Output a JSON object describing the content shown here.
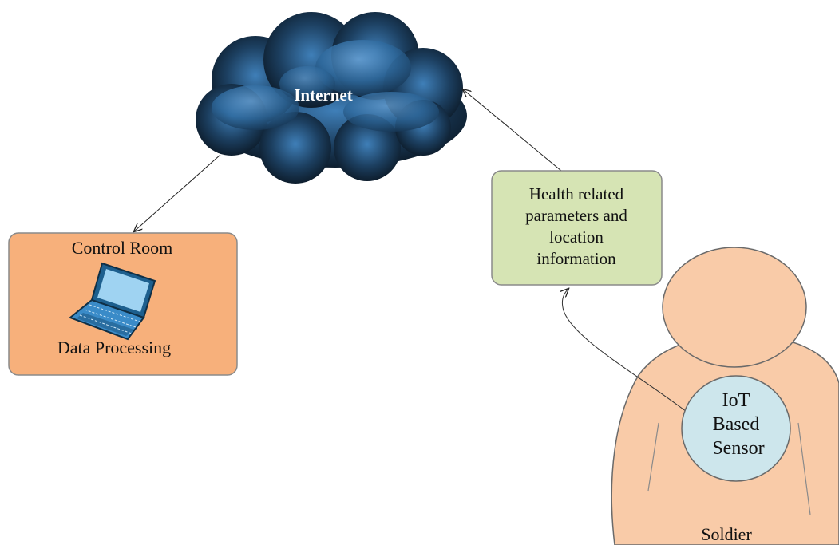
{
  "diagram": {
    "cloud": {
      "label": "Internet"
    },
    "control_room": {
      "title": "Control Room",
      "subtitle": "Data Processing",
      "icon": "laptop-icon",
      "fill": "#f7b07b"
    },
    "parameters_box": {
      "lines": [
        "Health related",
        "parameters and",
        "location",
        "information"
      ],
      "fill": "#d6e4b4"
    },
    "sensor": {
      "lines": [
        "IoT",
        "Based",
        "Sensor"
      ],
      "fill": "#cde6ec"
    },
    "soldier": {
      "label": "Soldier",
      "fill": "#f9cba8"
    },
    "colors": {
      "cloud_dark": "#0c1a26",
      "cloud_light": "#4a8ac4"
    }
  }
}
